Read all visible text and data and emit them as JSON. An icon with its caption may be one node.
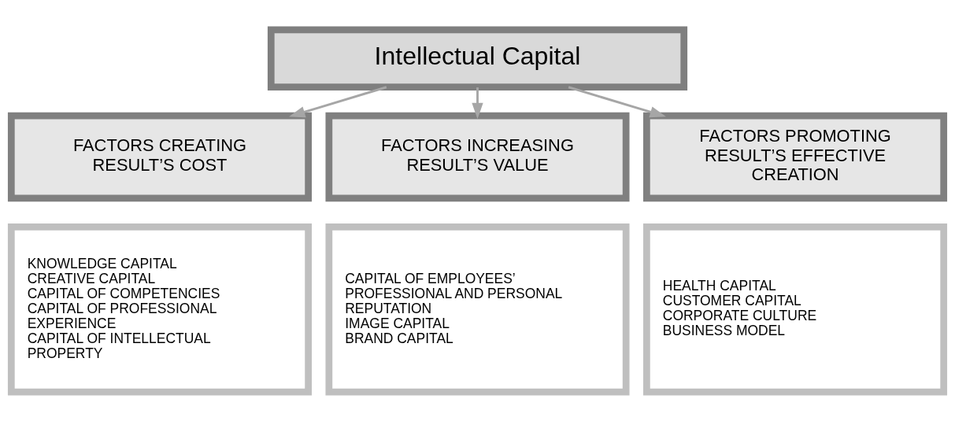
{
  "diagram": {
    "nodes": [
      {
        "text": [
          "Intellectual Capital"
        ]
      },
      {
        "text": [
          "FACTORS CREATING RESULT’S COST"
        ]
      },
      {
        "text": [
          "FACTORS INCREASING RESULT’S VALUE"
        ]
      },
      {
        "text": [
          "FACTORS PROMOTING RESULT’S EFFECTIVE CREATION"
        ]
      },
      {
        "text": [
          "KNOWLEDGE CAPITAL",
          "CREATIVE CAPITAL",
          "CAPITAL OF COMPETENCIES",
          "CAPITAL OF PROFESSIONAL EXPERIENCE",
          "CAPITAL OF INTELLECTUAL PROPERTY"
        ]
      },
      {
        "text": [
          "CAPITAL OF EMPLOYEES’ PROFESSIONAL AND PERSONAL REPUTATION",
          "IMAGE CAPITAL",
          "BRAND CAPITAL"
        ]
      },
      {
        "text": [
          "HEALTH CAPITAL",
          "CUSTOMER CAPITAL",
          "CORPORATE CULTURE",
          "BUSINESS MODEL"
        ]
      }
    ],
    "edges": [
      {
        "from": 0,
        "to": 1,
        "arrow": "to"
      },
      {
        "from": 0,
        "to": 2,
        "arrow": "to"
      },
      {
        "from": 0,
        "to": 3,
        "arrow": "to"
      }
    ]
  }
}
